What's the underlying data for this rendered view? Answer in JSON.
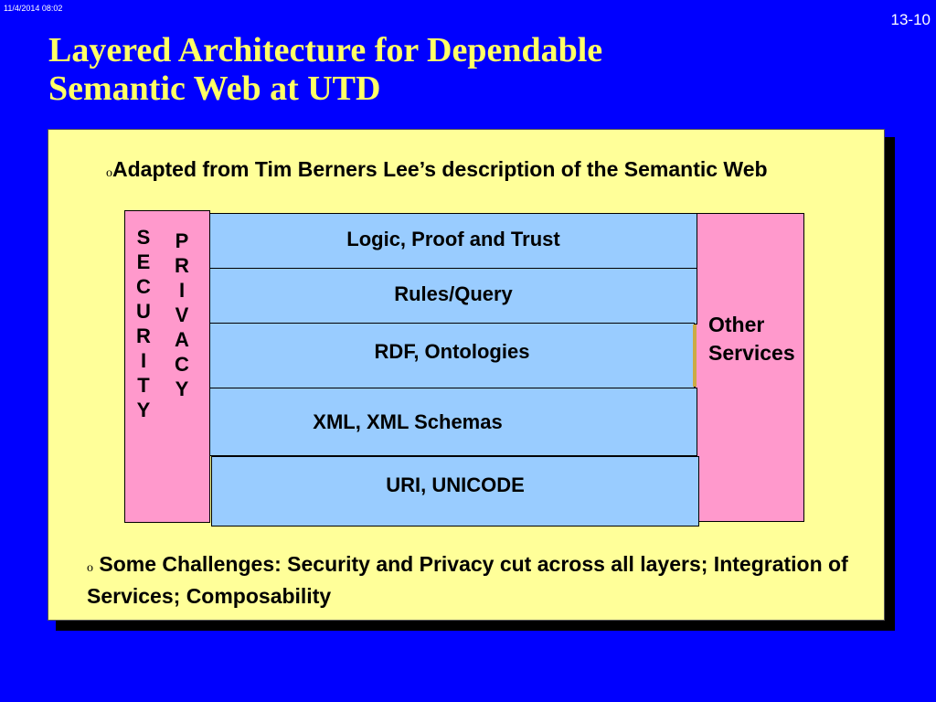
{
  "meta": {
    "date": "11/4/2014   08:02",
    "slide_number": "13-10"
  },
  "title": {
    "line1": "Layered Architecture for Dependable",
    "line2": "Semantic Web at UTD"
  },
  "bullets": {
    "marker": "o",
    "intro": "Adapted from Tim Berners Lee’s description of the Semantic Web",
    "challenges": "Some Challenges: Security and Privacy cut across all layers; Integration of Services; Composability"
  },
  "diagram": {
    "security_letters": [
      "S",
      "E",
      "C",
      "U",
      "R",
      "I",
      "T",
      "Y"
    ],
    "privacy_letters": [
      "P",
      "R",
      "I",
      "V",
      "A",
      "C",
      "Y"
    ],
    "other_services": "Other Services",
    "layers": [
      "Logic, Proof and Trust",
      "Rules/Query",
      "RDF, Ontologies",
      "XML, XML Schemas",
      "URI, UNICODE"
    ]
  },
  "colors": {
    "background": "#0000ff",
    "title": "#ffff66",
    "panel": "#ffff99",
    "cross_cutting": "#ff99cc",
    "layer": "#99ccff"
  }
}
